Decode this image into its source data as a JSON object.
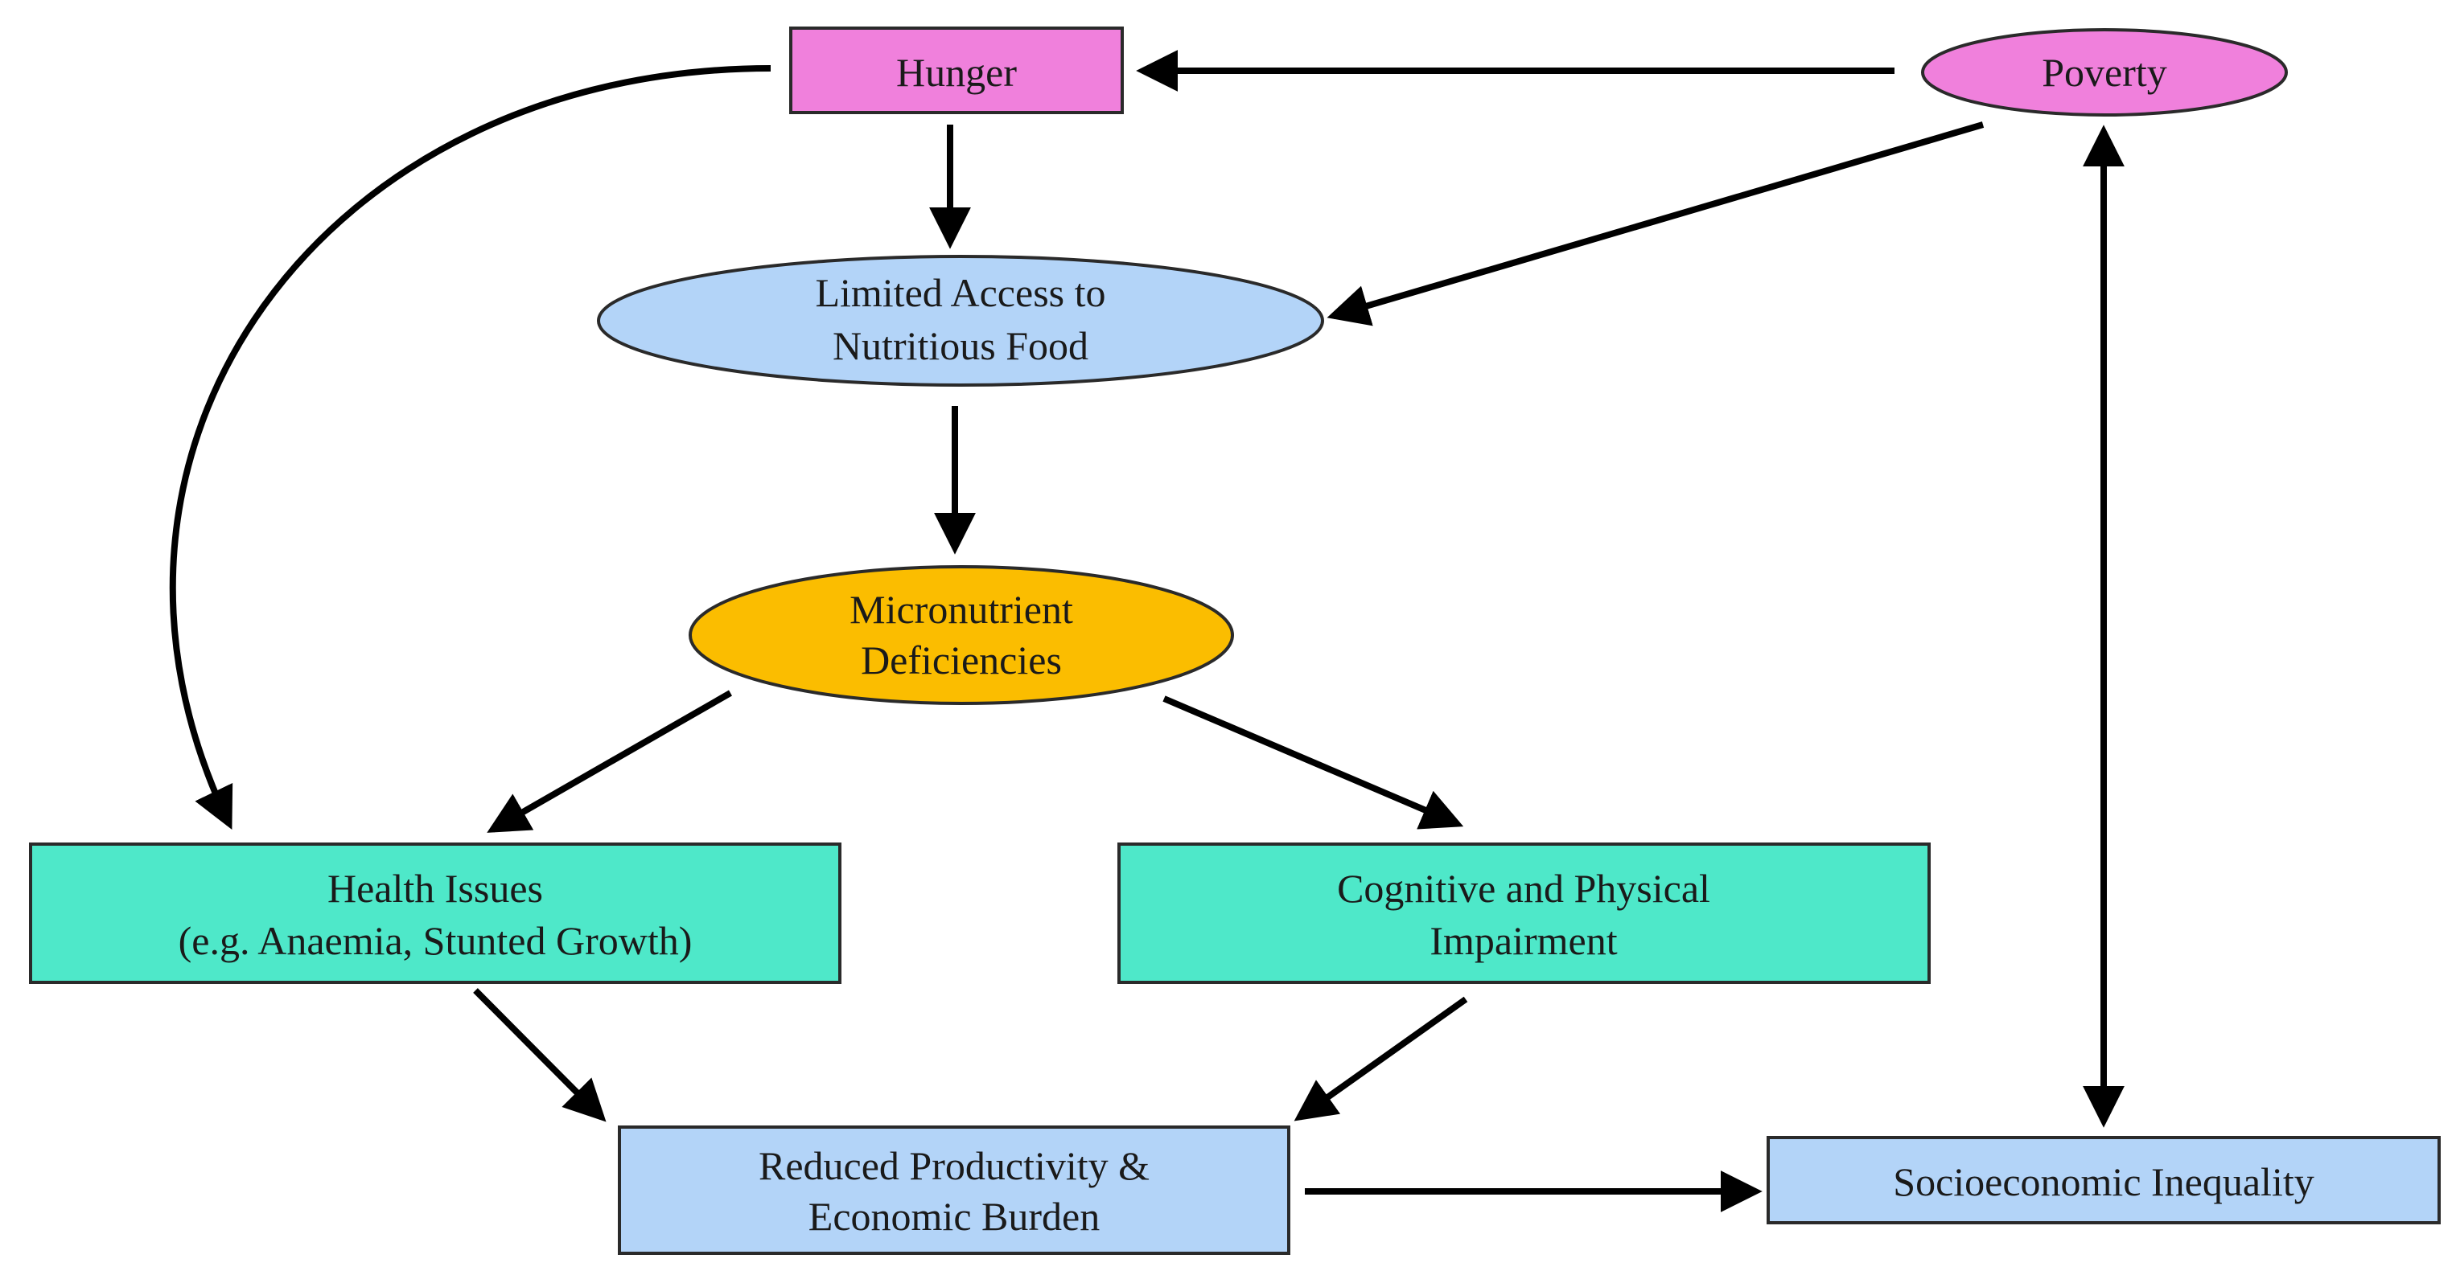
{
  "colors": {
    "pink": "#f080dc",
    "light_blue": "#b3d4f8",
    "amber": "#fbbd00",
    "teal": "#4ee8c9",
    "arrow": "#000000"
  },
  "nodes": {
    "hunger": {
      "lines": [
        "Hunger"
      ],
      "shape": "rectangle",
      "color": "#f080dc"
    },
    "poverty": {
      "lines": [
        "Poverty"
      ],
      "shape": "ellipse",
      "color": "#f080dc"
    },
    "limited_access": {
      "lines": [
        "Limited Access to",
        "Nutritious Food"
      ],
      "shape": "ellipse",
      "color": "#b3d4f8"
    },
    "micronutrient": {
      "lines": [
        "Micronutrient",
        "Deficiencies"
      ],
      "shape": "ellipse",
      "color": "#fbbd00"
    },
    "health_issues": {
      "lines": [
        "Health Issues",
        "(e.g. Anaemia, Stunted Growth)"
      ],
      "shape": "rectangle",
      "color": "#4ee8c9"
    },
    "cognitive": {
      "lines": [
        "Cognitive and Physical",
        "Impairment"
      ],
      "shape": "rectangle",
      "color": "#4ee8c9"
    },
    "productivity": {
      "lines": [
        "Reduced Productivity &",
        "Economic Burden"
      ],
      "shape": "rectangle",
      "color": "#b3d4f8"
    },
    "inequality": {
      "lines": [
        "Socioeconomic Inequality"
      ],
      "shape": "rectangle",
      "color": "#b3d4f8"
    }
  },
  "edges": [
    {
      "from": "poverty",
      "to": "hunger"
    },
    {
      "from": "hunger",
      "to": "limited_access"
    },
    {
      "from": "poverty",
      "to": "limited_access"
    },
    {
      "from": "hunger",
      "to": "health_issues",
      "style": "curved"
    },
    {
      "from": "limited_access",
      "to": "micronutrient"
    },
    {
      "from": "micronutrient",
      "to": "health_issues"
    },
    {
      "from": "micronutrient",
      "to": "cognitive"
    },
    {
      "from": "health_issues",
      "to": "productivity"
    },
    {
      "from": "cognitive",
      "to": "productivity"
    },
    {
      "from": "productivity",
      "to": "inequality"
    },
    {
      "from": "inequality",
      "to": "poverty",
      "style": "bidirectional"
    }
  ]
}
